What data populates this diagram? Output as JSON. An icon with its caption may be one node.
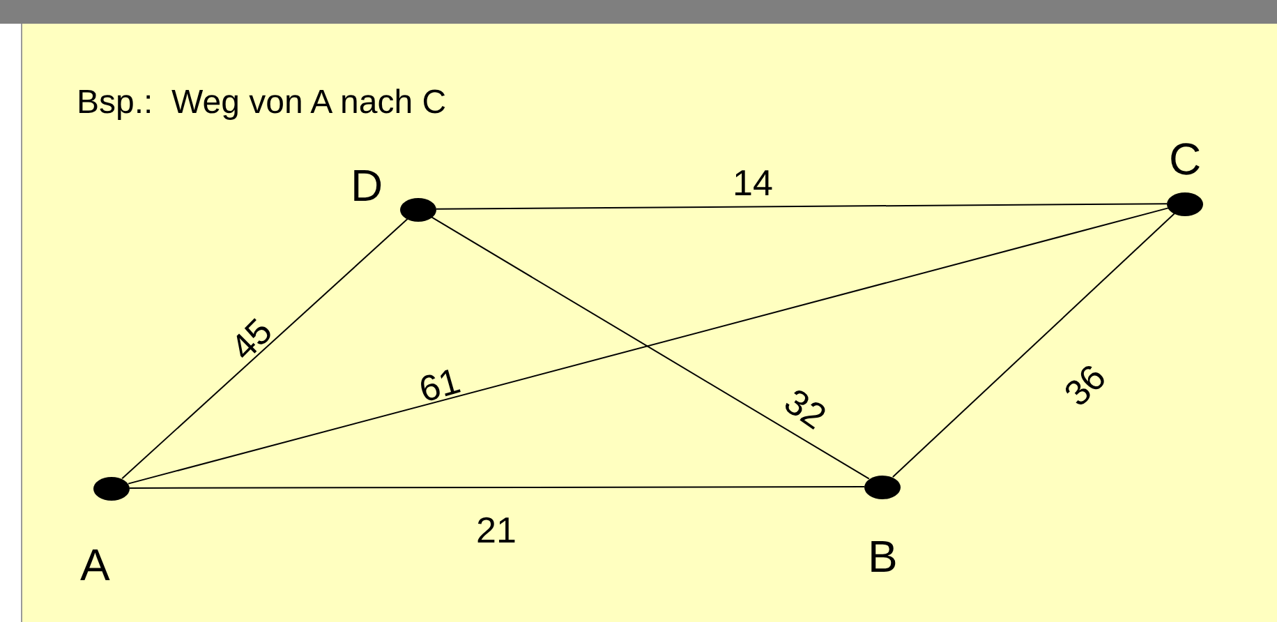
{
  "diagram": {
    "title": "Bsp.:  Weg von A nach C",
    "nodes": [
      {
        "text": [],
        "shape": "circle",
        "beside": [
          "D"
        ]
      },
      {
        "text": [],
        "shape": "circle",
        "beside": [
          "C"
        ]
      },
      {
        "text": [],
        "shape": "circle",
        "beside": [
          "A"
        ]
      },
      {
        "text": [],
        "shape": "circle",
        "beside": [
          "B"
        ]
      }
    ],
    "edges": [
      {
        "from": 0,
        "to": 1,
        "arrow": "none",
        "label": "14"
      },
      {
        "from": 2,
        "to": 0,
        "arrow": "none",
        "label": "45"
      },
      {
        "from": 2,
        "to": 1,
        "arrow": "none",
        "label": "61"
      },
      {
        "from": 0,
        "to": 3,
        "arrow": "none",
        "label": "32"
      },
      {
        "from": 3,
        "to": 1,
        "arrow": "none",
        "label": "36"
      },
      {
        "from": 2,
        "to": 3,
        "arrow": "none",
        "label": "21"
      }
    ]
  }
}
